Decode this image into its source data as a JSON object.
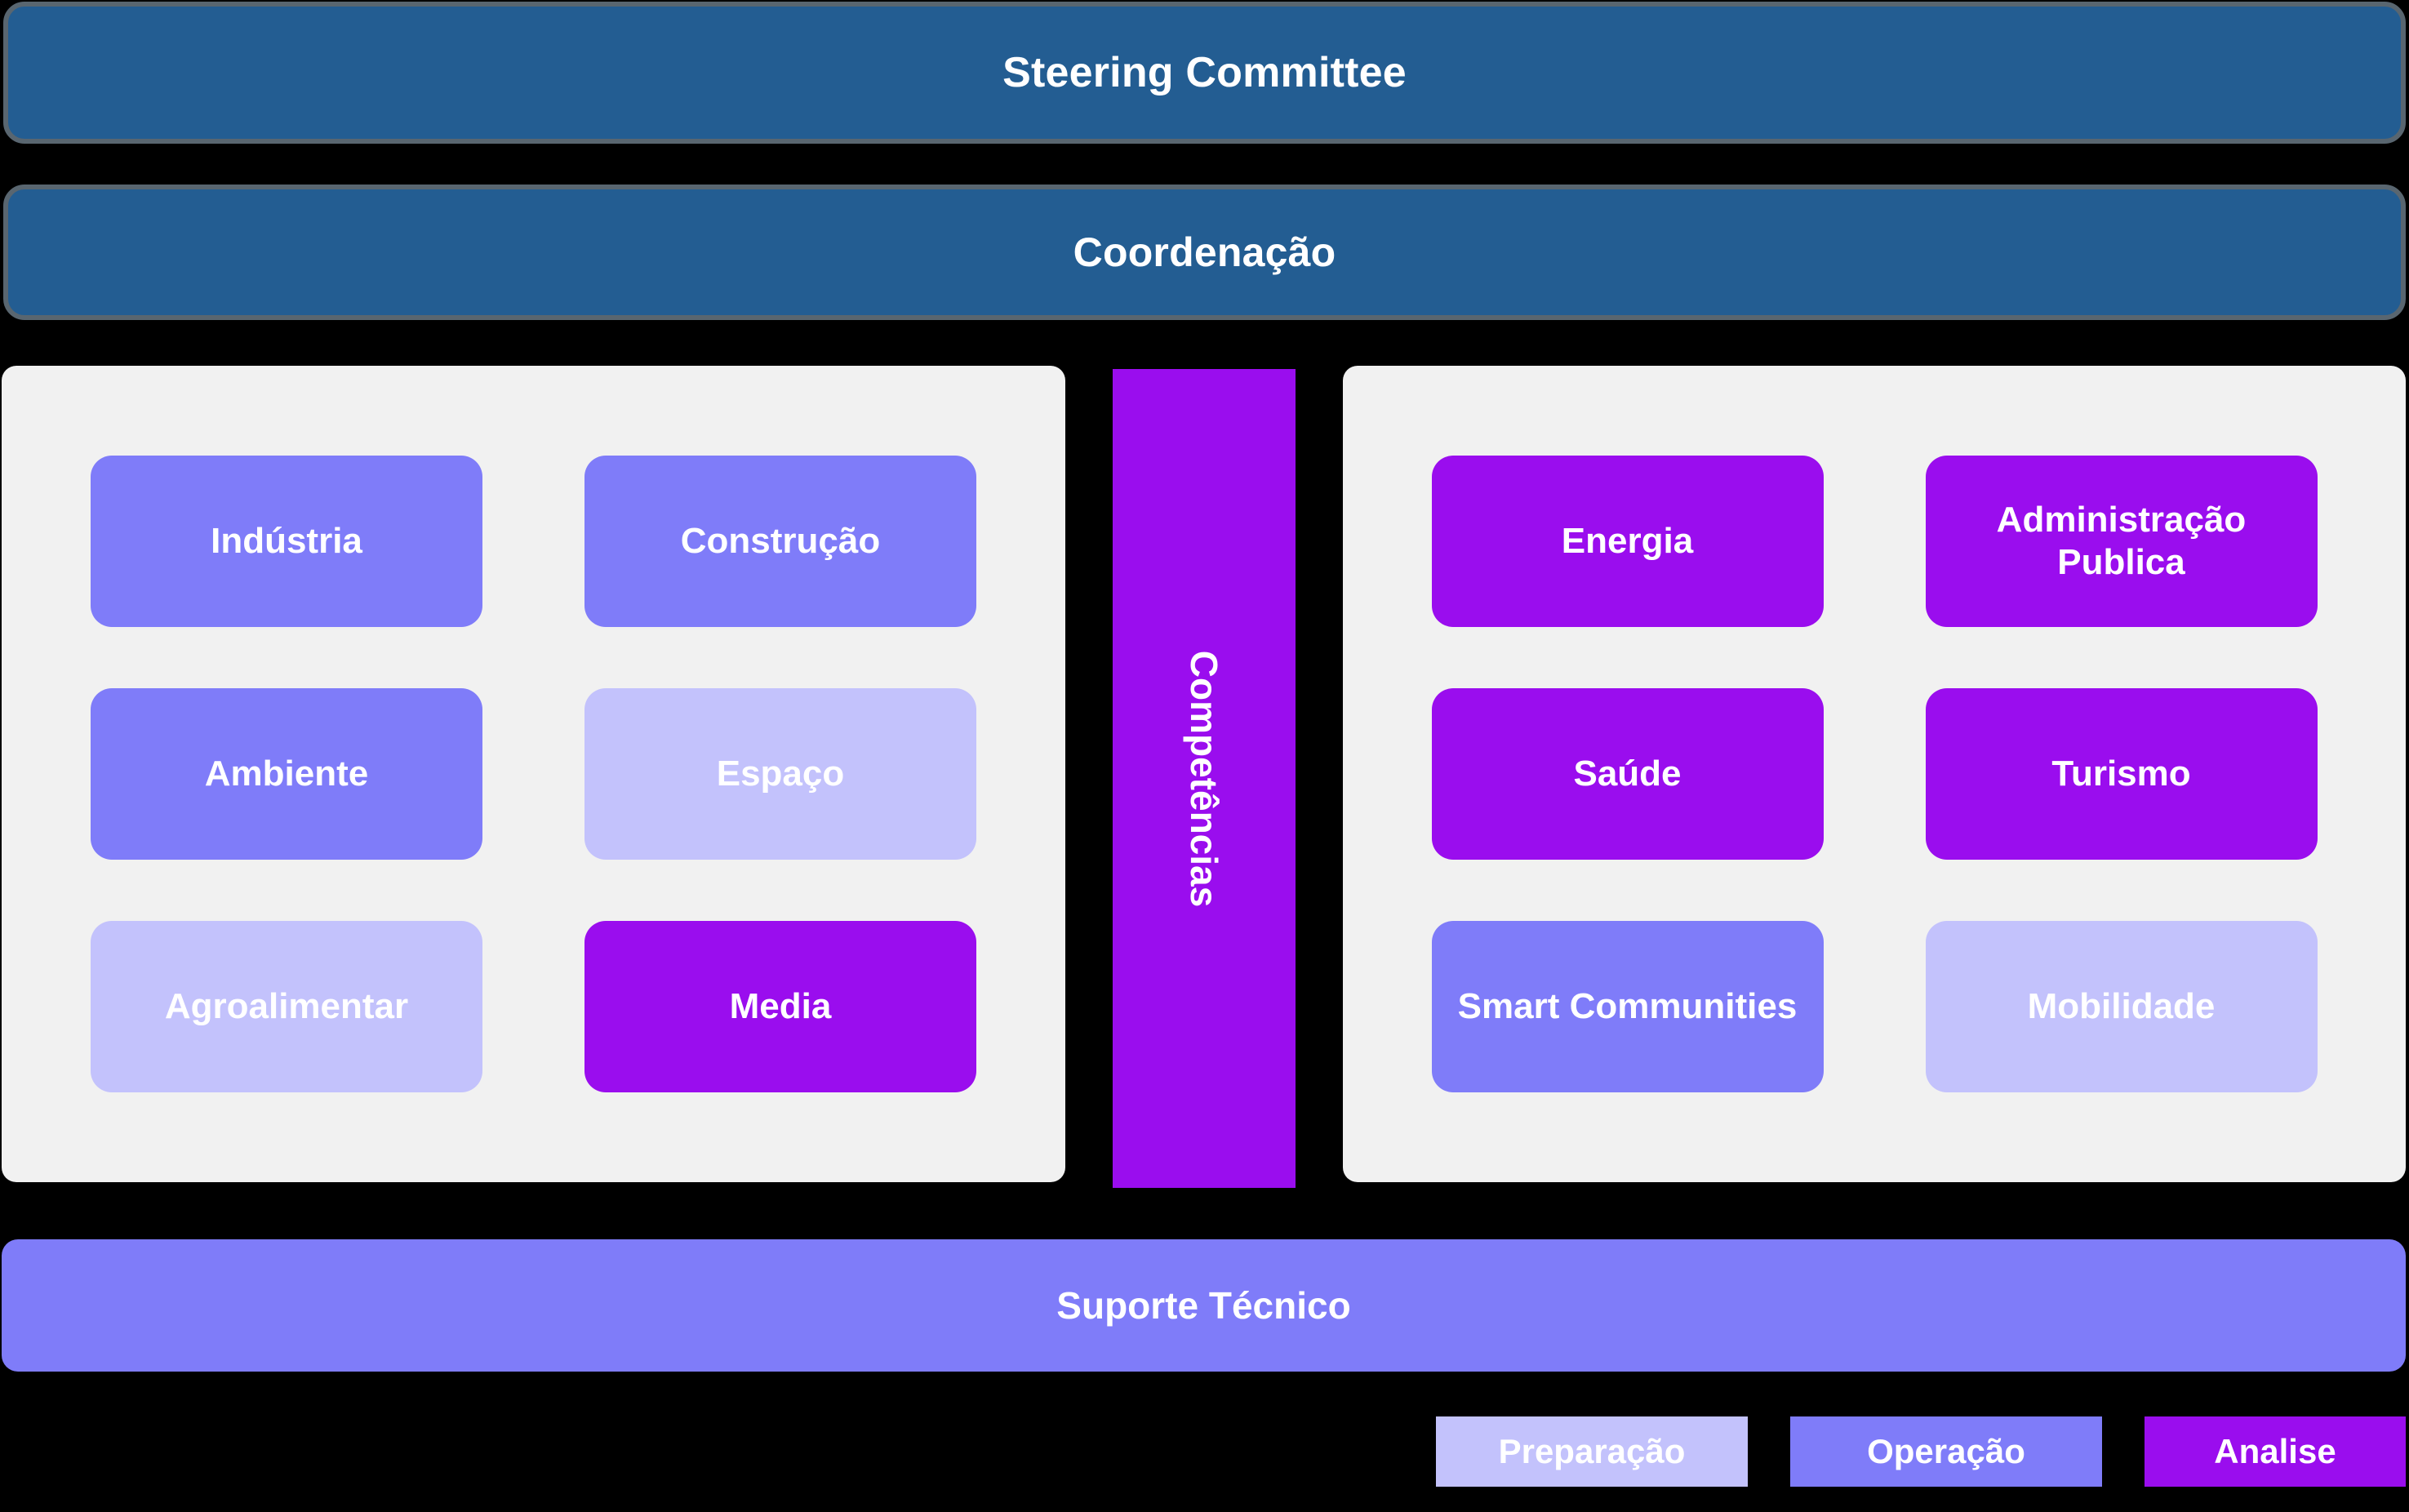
{
  "header": {
    "steering_committee": "Steering Committee",
    "coordenacao": "Coordenação"
  },
  "competencias": {
    "label": "Competências"
  },
  "left_panel": {
    "cards": [
      {
        "label": "Indústria",
        "tone": "operacao"
      },
      {
        "label": "Construção",
        "tone": "operacao"
      },
      {
        "label": "Ambiente",
        "tone": "operacao"
      },
      {
        "label": "Espaço",
        "tone": "preparacao"
      },
      {
        "label": "Agroalimentar",
        "tone": "preparacao"
      },
      {
        "label": "Media",
        "tone": "analise"
      }
    ]
  },
  "right_panel": {
    "cards": [
      {
        "label": "Energia",
        "tone": "analise"
      },
      {
        "label": "Administração Publica",
        "tone": "analise"
      },
      {
        "label": "Saúde",
        "tone": "analise"
      },
      {
        "label": "Turismo",
        "tone": "analise"
      },
      {
        "label": "Smart Communities",
        "tone": "operacao"
      },
      {
        "label": "Mobilidade",
        "tone": "preparacao"
      }
    ]
  },
  "suporte_tecnico": {
    "label": "Suporte Técnico"
  },
  "legend": {
    "items": [
      {
        "label": "Preparação",
        "tone": "preparacao"
      },
      {
        "label": "Operação",
        "tone": "operacao"
      },
      {
        "label": "Analise",
        "tone": "analise"
      }
    ]
  },
  "colors": {
    "header_blue": "#235D92",
    "header_border": "#596670",
    "panel_gray": "#F1F1F1",
    "preparacao": "#C3C2FC",
    "operacao": "#7F7CF9",
    "analise": "#9A0DEE",
    "background": "#000000",
    "text": "#FFFFFF"
  }
}
